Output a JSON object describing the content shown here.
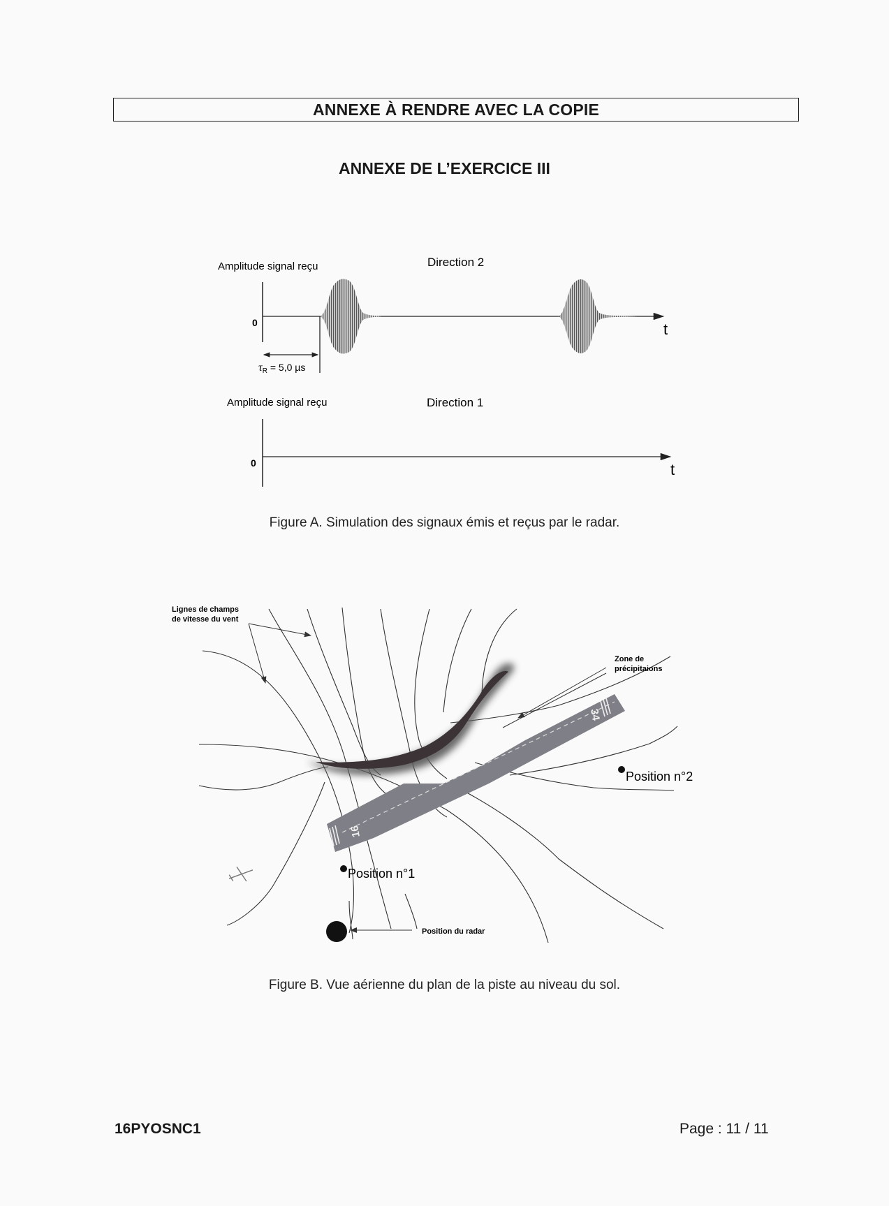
{
  "header": {
    "box_title": "ANNEXE À RENDRE AVEC LA COPIE"
  },
  "section": {
    "title": "ANNEXE DE L’EXERCICE III"
  },
  "figure_a": {
    "panel_top": {
      "ylabel": "Amplitude signal reçu",
      "direction": "Direction 2",
      "origin": "0",
      "xlabel": "t",
      "delay_label_symbol": "τ",
      "delay_label_sub": "R",
      "delay_label_value": " = 5,0 µs"
    },
    "panel_bottom": {
      "ylabel": "Amplitude signal reçu",
      "direction": "Direction 1",
      "origin": "0",
      "xlabel": "t"
    },
    "caption": "Figure A. Simulation des signaux émis et reçus par le radar."
  },
  "figure_b": {
    "label_wind_1": "Lignes de champs",
    "label_wind_2": "de vitesse du vent",
    "label_precip_1": "Zone de",
    "label_precip_2": "précipitaions",
    "runway_16": "16",
    "runway_34": "34",
    "position_1": "Position n°1",
    "position_2": "Position n°2",
    "radar": "Position du radar",
    "caption": "Figure B. Vue aérienne du plan de la piste au niveau du sol."
  },
  "footer": {
    "code": "16PYOSNC1",
    "page": "Page : 11 / 11"
  }
}
